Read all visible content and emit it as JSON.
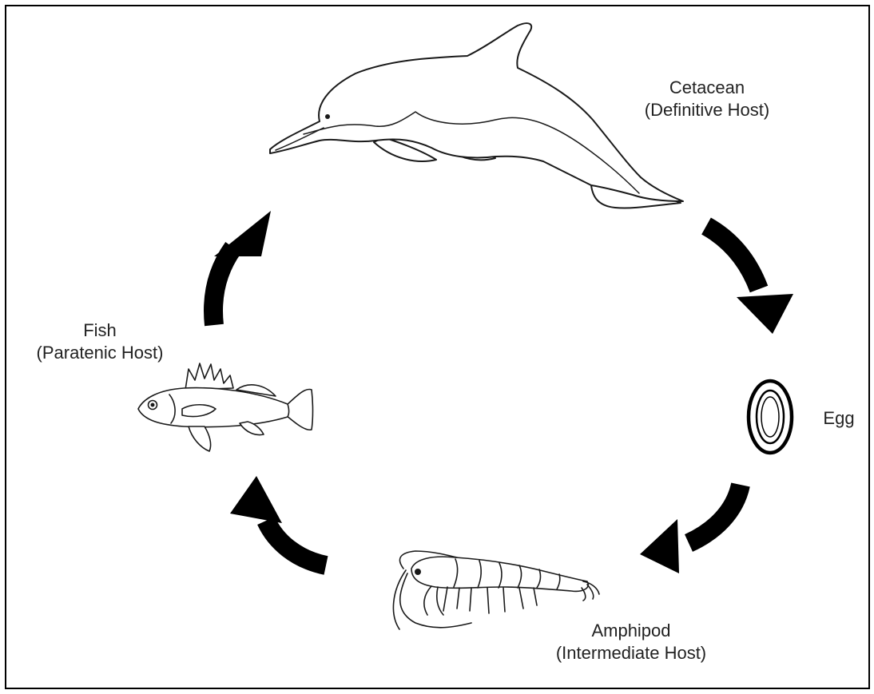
{
  "stages": {
    "cetacean": {
      "name": "Cetacean",
      "role": "(Definitive Host)",
      "icon": "dolphin-icon"
    },
    "egg": {
      "name": "Egg",
      "icon": "egg-icon"
    },
    "amphipod": {
      "name": "Amphipod",
      "role": "(Intermediate Host)",
      "icon": "amphipod-icon"
    },
    "fish": {
      "name": "Fish",
      "role": "(Paratenic Host)",
      "icon": "fish-icon"
    }
  },
  "arrow_color": "#000000",
  "outline_color": "#1a1a1a"
}
